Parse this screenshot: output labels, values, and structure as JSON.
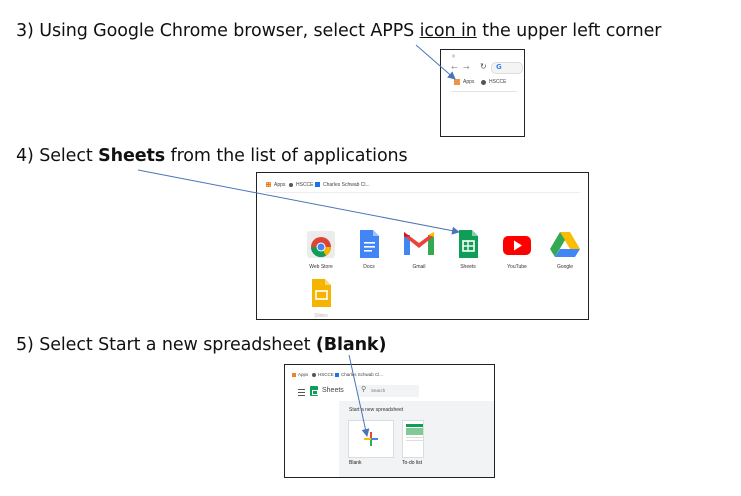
{
  "steps": {
    "s3": {
      "num": "3)",
      "text_a": "Using Google Chrome browser, select APPS ",
      "text_u": "icon  in",
      "text_b": " the upper left corner"
    },
    "s4": {
      "num": "4)",
      "text_a": "Select ",
      "bold": "Sheets",
      "text_b": " from the list of applications"
    },
    "s5": {
      "num": "5)",
      "text_a": "Select Start a new spreadsheet ",
      "bold": "(Blank)"
    }
  },
  "shot3": {
    "nav_letter": "G",
    "apps_label": "Apps",
    "bookmark": "HSCCE"
  },
  "shot4": {
    "bookmarks": [
      "Apps",
      "HSCCE",
      "Charles Schwab Cl..."
    ],
    "apps": [
      "Web Store",
      "Docs",
      "Gmail",
      "Sheets",
      "YouTube",
      "Google"
    ],
    "partial_label": "Slides"
  },
  "shot5": {
    "bookmarks": [
      "Apps",
      "HSCCE",
      "Charles Schwab Cl..."
    ],
    "product": "Sheets",
    "search_placeholder": "Search",
    "start_label": "Start a new spreadsheet",
    "blank_label": "Blank",
    "todo_label": "To-do list"
  },
  "colors": {
    "arrow": "#4a76b8",
    "google_blue": "#4285f4",
    "google_red": "#ea4335",
    "google_yellow": "#fbbc04",
    "google_green": "#34a853",
    "sheets_green": "#0f9d58"
  }
}
